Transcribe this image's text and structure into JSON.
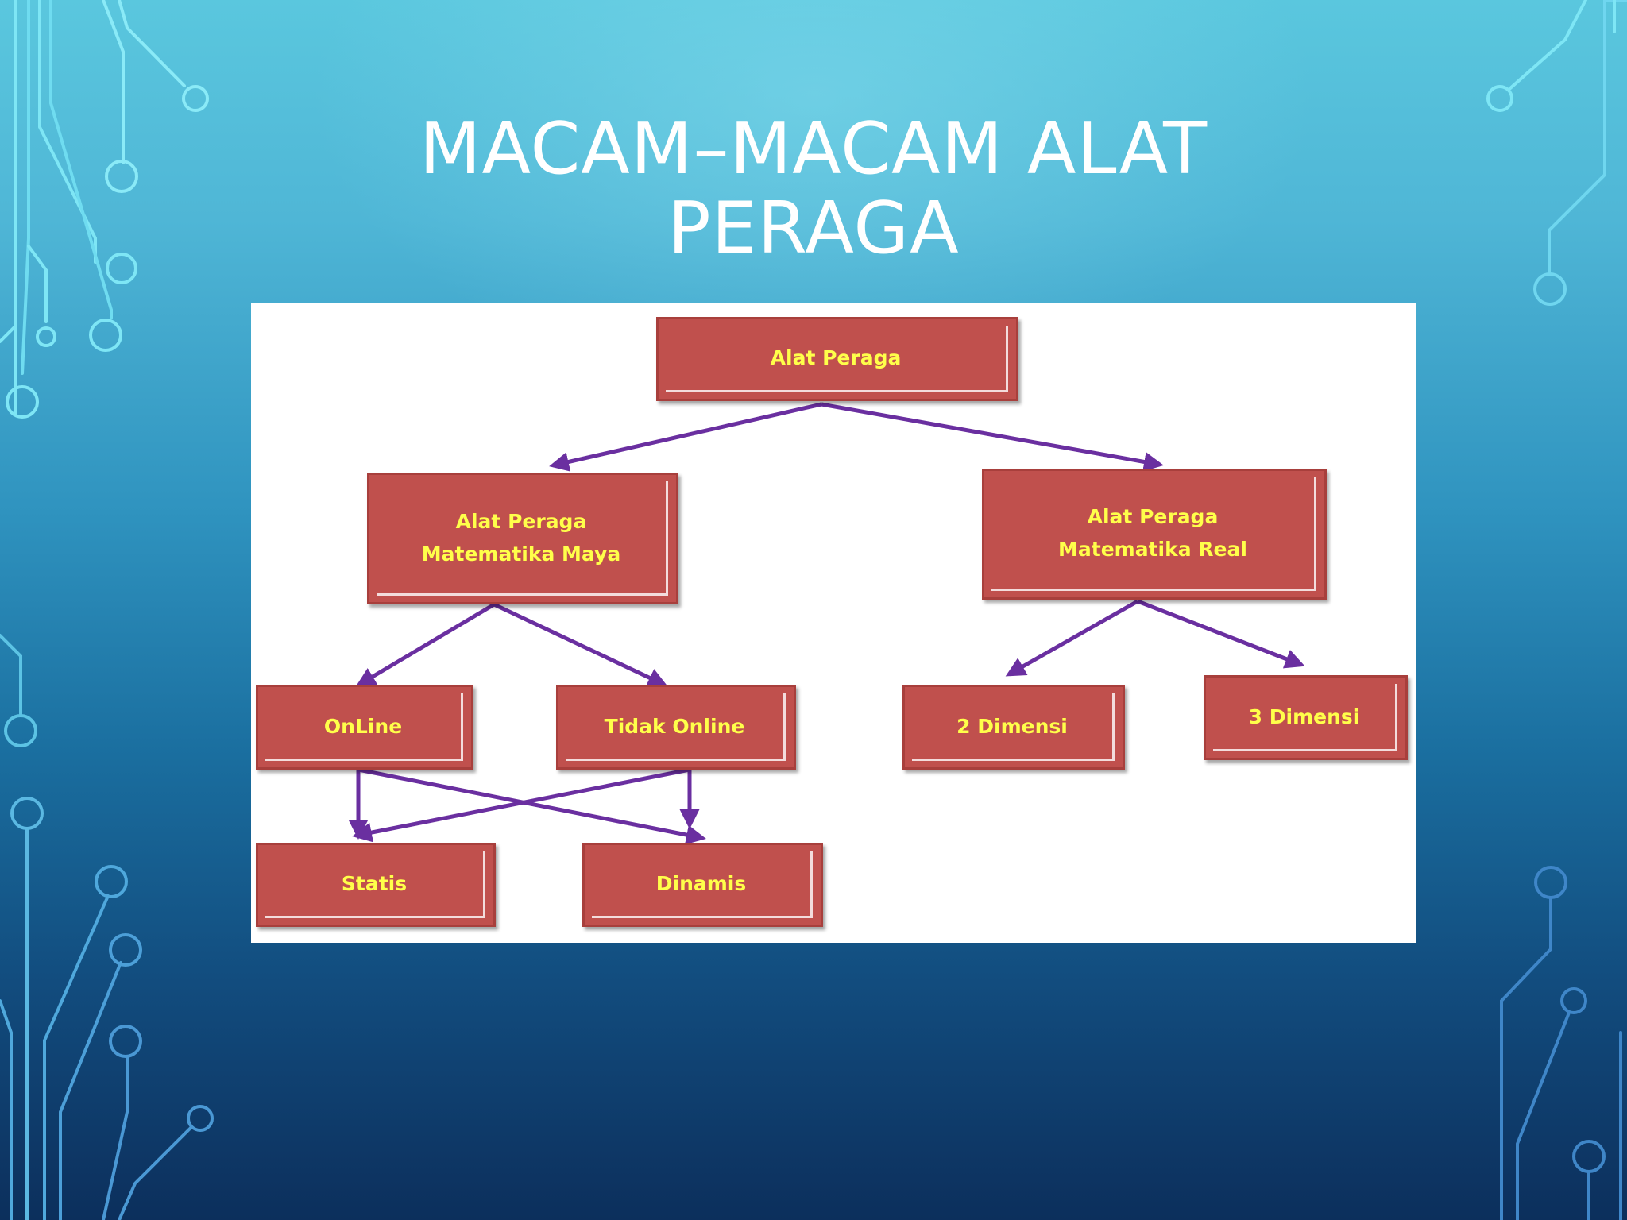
{
  "slide": {
    "title_line1": "MACAM–MACAM ALAT",
    "title_line2": "PERAGA"
  },
  "diagram": {
    "nodes": [
      {
        "id": "root",
        "label": "Alat Peraga"
      },
      {
        "id": "maya",
        "label_line1": "Alat Peraga",
        "label_line2": "Matematika Maya"
      },
      {
        "id": "real",
        "label_line1": "Alat Peraga",
        "label_line2": "Matematika Real"
      },
      {
        "id": "online",
        "label": "OnLine"
      },
      {
        "id": "tidak-online",
        "label": "Tidak Online"
      },
      {
        "id": "2-dimensi",
        "label": "2 Dimensi"
      },
      {
        "id": "3-dimensi",
        "label": "3 Dimensi"
      },
      {
        "id": "statis",
        "label": "Statis"
      },
      {
        "id": "dinamis",
        "label": "Dinamis"
      }
    ],
    "edges": [
      {
        "from": "root",
        "to": "maya"
      },
      {
        "from": "root",
        "to": "real"
      },
      {
        "from": "maya",
        "to": "online"
      },
      {
        "from": "maya",
        "to": "tidak-online"
      },
      {
        "from": "real",
        "to": "2-dimensi"
      },
      {
        "from": "real",
        "to": "3-dimensi"
      },
      {
        "from": "online",
        "to": "statis"
      },
      {
        "from": "online",
        "to": "dinamis"
      },
      {
        "from": "tidak-online",
        "to": "statis"
      },
      {
        "from": "tidak-online",
        "to": "dinamis"
      }
    ],
    "colors": {
      "box_fill": "#c0504d",
      "box_text": "#ffff4a",
      "arrow": "#6a2fa0",
      "panel": "#ffffff"
    }
  }
}
